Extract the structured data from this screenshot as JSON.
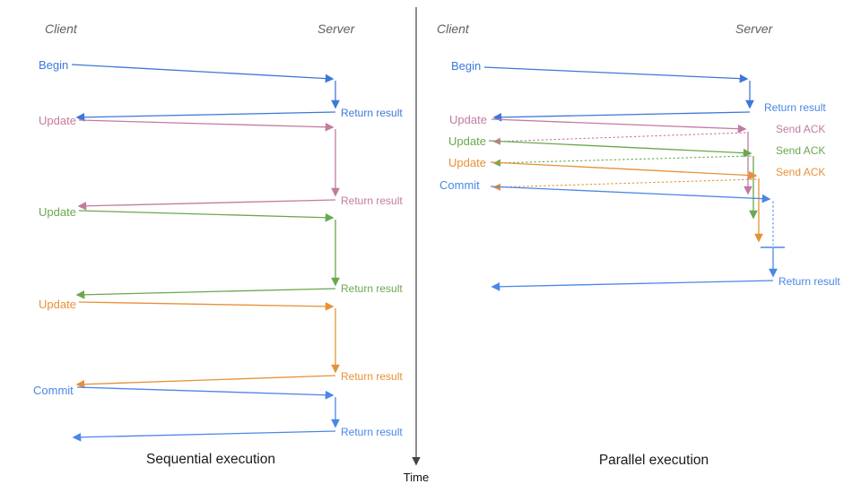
{
  "diagram": {
    "time_axis_label": "Time",
    "colors": {
      "begin_blue": "#3c78d8",
      "commit_blue": "#4a86e8",
      "update_pink": "#c27ba0",
      "update_green": "#6aa84f",
      "update_orange": "#e69138",
      "axis_gray": "#444444",
      "header_gray": "#5f5f5f"
    },
    "sequential": {
      "caption": "Sequential execution",
      "client_header": "Client",
      "server_header": "Server",
      "messages": [
        {
          "request": "Begin",
          "response": "Return result"
        },
        {
          "request": "Update",
          "response": "Return result"
        },
        {
          "request": "Update",
          "response": "Return result"
        },
        {
          "request": "Update",
          "response": "Return result"
        },
        {
          "request": "Commit",
          "response": "Return result"
        }
      ]
    },
    "parallel": {
      "caption": "Parallel execution",
      "client_header": "Client",
      "server_header": "Server",
      "messages": [
        {
          "request": "Begin",
          "response": "Return result"
        },
        {
          "request": "Update",
          "response": "Send ACK"
        },
        {
          "request": "Update",
          "response": "Send ACK"
        },
        {
          "request": "Update",
          "response": "Send ACK"
        },
        {
          "request": "Commit",
          "response": "Return result"
        }
      ]
    }
  }
}
